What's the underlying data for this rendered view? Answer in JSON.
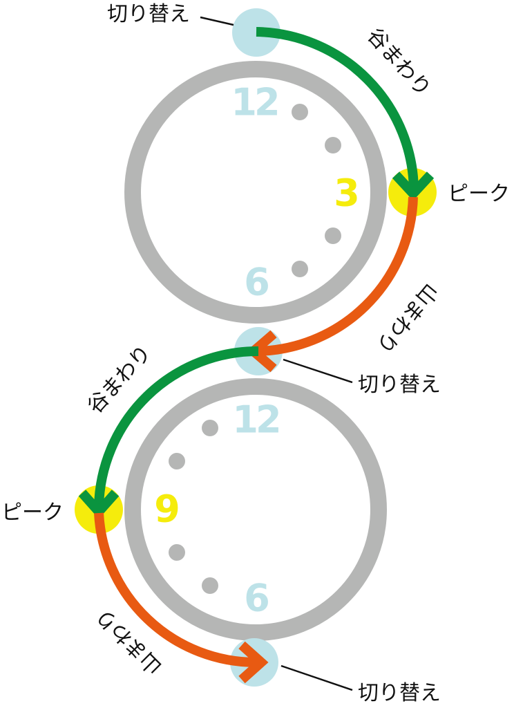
{
  "colors": {
    "ring": "#b5b6b5",
    "dot": "#b5b6b5",
    "switch_fill": "#bde2e8",
    "peak_fill": "#f5ec0c",
    "valley_arrow": "#0a943f",
    "mountain_arrow": "#e85a12",
    "num_blue": "#bde2e8",
    "num_yellow": "#f5ec0c",
    "text": "#111111"
  },
  "clocks": [
    {
      "name": "top-clock",
      "numbers": {
        "n12": "12",
        "n3": "3",
        "n6": "6"
      }
    },
    {
      "name": "bottom-clock",
      "numbers": {
        "n12": "12",
        "n9": "9",
        "n6": "6"
      }
    }
  ],
  "labels": {
    "switch_top": "切り替え",
    "switch_middle": "切り替え",
    "switch_bottom": "切り替え",
    "peak_right": "ピーク",
    "peak_left": "ピーク",
    "valley_top": "谷まわり",
    "mountain_top": "山まわり",
    "valley_bottom": "谷まわり",
    "mountain_bottom": "山まわり"
  }
}
